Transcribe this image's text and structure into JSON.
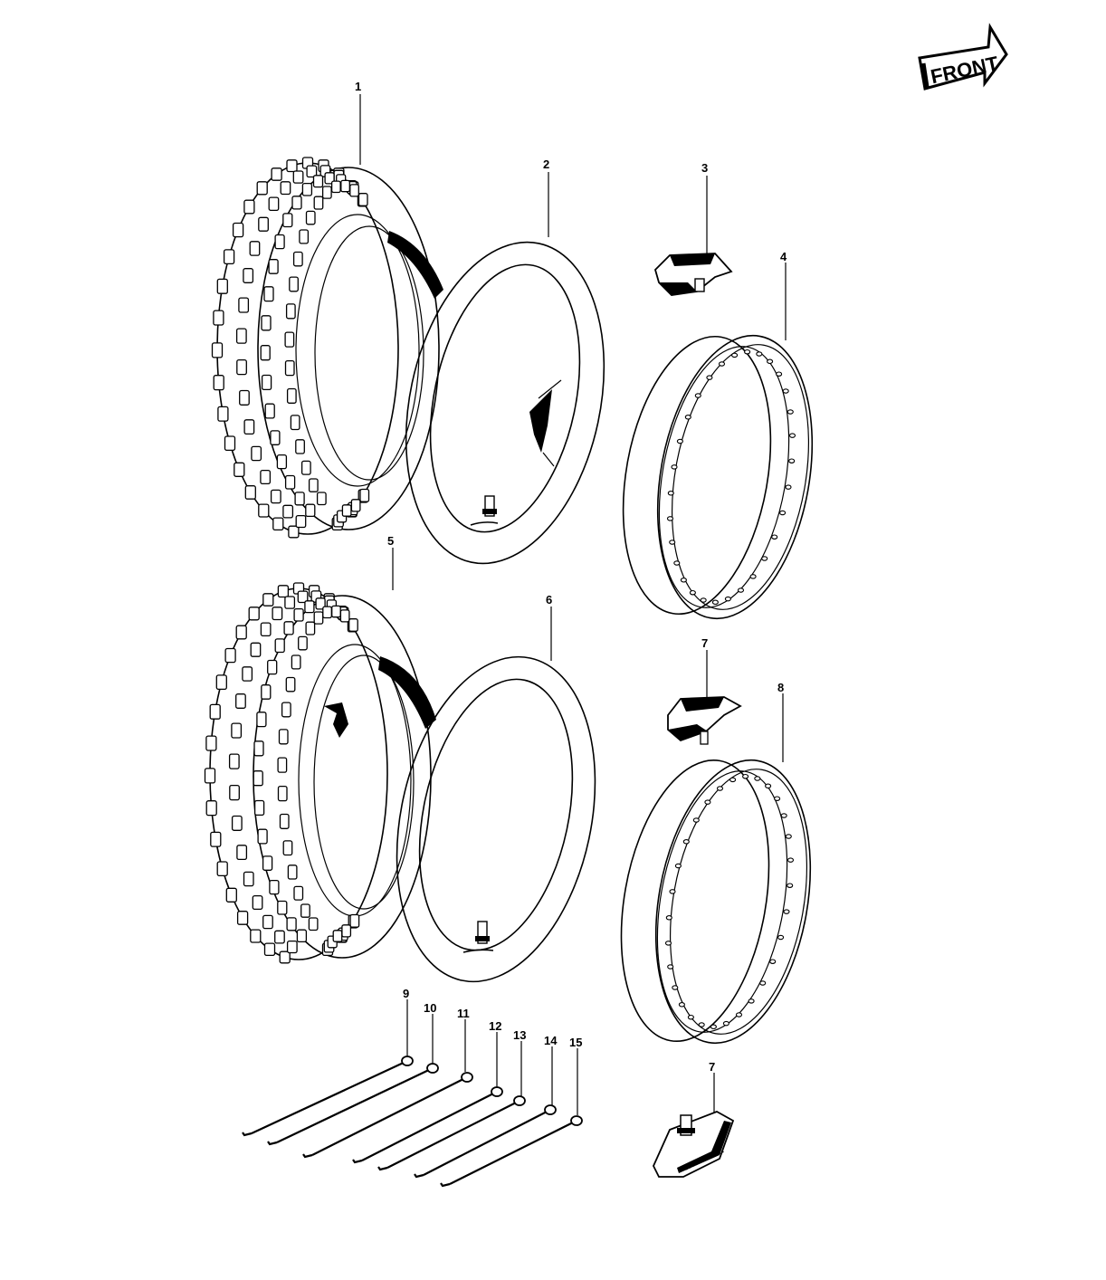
{
  "badge": {
    "label": "FRONT"
  },
  "callouts": [
    {
      "id": "c1",
      "text": "1"
    },
    {
      "id": "c2",
      "text": "2"
    },
    {
      "id": "c3",
      "text": "3"
    },
    {
      "id": "c4",
      "text": "4"
    },
    {
      "id": "c5",
      "text": "5"
    },
    {
      "id": "c6",
      "text": "6"
    },
    {
      "id": "c7a",
      "text": "7"
    },
    {
      "id": "c8",
      "text": "8"
    },
    {
      "id": "c9",
      "text": "9"
    },
    {
      "id": "c10",
      "text": "10"
    },
    {
      "id": "c11",
      "text": "11"
    },
    {
      "id": "c12",
      "text": "12"
    },
    {
      "id": "c13",
      "text": "13"
    },
    {
      "id": "c14",
      "text": "14"
    },
    {
      "id": "c15",
      "text": "15"
    },
    {
      "id": "c7b",
      "text": "7"
    }
  ]
}
